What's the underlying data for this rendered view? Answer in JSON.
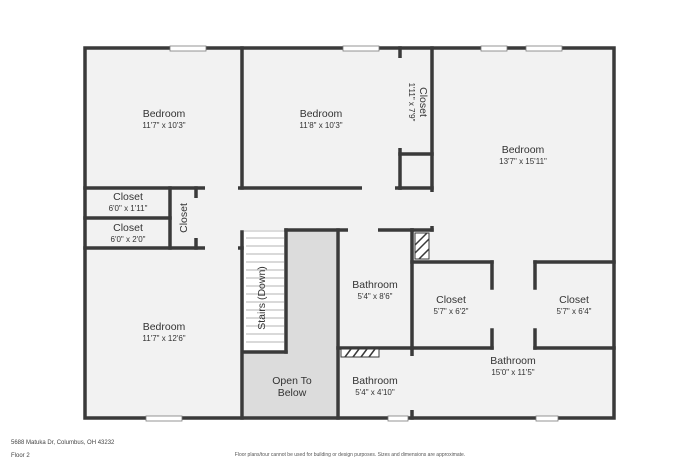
{
  "rooms": {
    "bedroom_tl": {
      "name": "Bedroom",
      "dims": "11'7\" x 10'3\""
    },
    "bedroom_tm": {
      "name": "Bedroom",
      "dims": "11'8\" x 10'3\""
    },
    "closet_v1": {
      "name": "Closet",
      "dims": "1'11\" x 7'9\""
    },
    "bedroom_tr": {
      "name": "Bedroom",
      "dims": "13'7\" x 15'11\""
    },
    "closet_a": {
      "name": "Closet",
      "dims": "6'0\" x 1'11\""
    },
    "closet_b": {
      "name": "Closet",
      "dims": "6'0\" x 2'0\""
    },
    "closet_small": {
      "name": "Closet"
    },
    "bedroom_bl": {
      "name": "Bedroom",
      "dims": "11'7\" x 12'6\""
    },
    "stairs": {
      "name": "Stairs (Down)"
    },
    "open_below": {
      "line1": "Open To",
      "line2": "Below"
    },
    "bath1": {
      "name": "Bathroom",
      "dims": "5'4\" x 8'6\""
    },
    "bath2": {
      "name": "Bathroom",
      "dims": "5'4\" x 4'10\""
    },
    "closet_r1": {
      "name": "Closet",
      "dims": "5'7\" x 6'2\""
    },
    "closet_r2": {
      "name": "Closet",
      "dims": "5'7\" x 6'4\""
    },
    "bath_big": {
      "name": "Bathroom",
      "dims": "15'0\" x 11'5\""
    }
  },
  "footer": {
    "address": "5688 Matuka Dr, Columbus, OH 43232",
    "floor": "Floor 2",
    "disclaimer": "Floor plans/tour cannot be used for building or design purposes. Sizes and dimensions are approximate."
  },
  "colors": {
    "wall": "#3a3a3a",
    "floor": "#f2f2f2",
    "open": "#dcdcdc",
    "window": "#ffffff"
  }
}
